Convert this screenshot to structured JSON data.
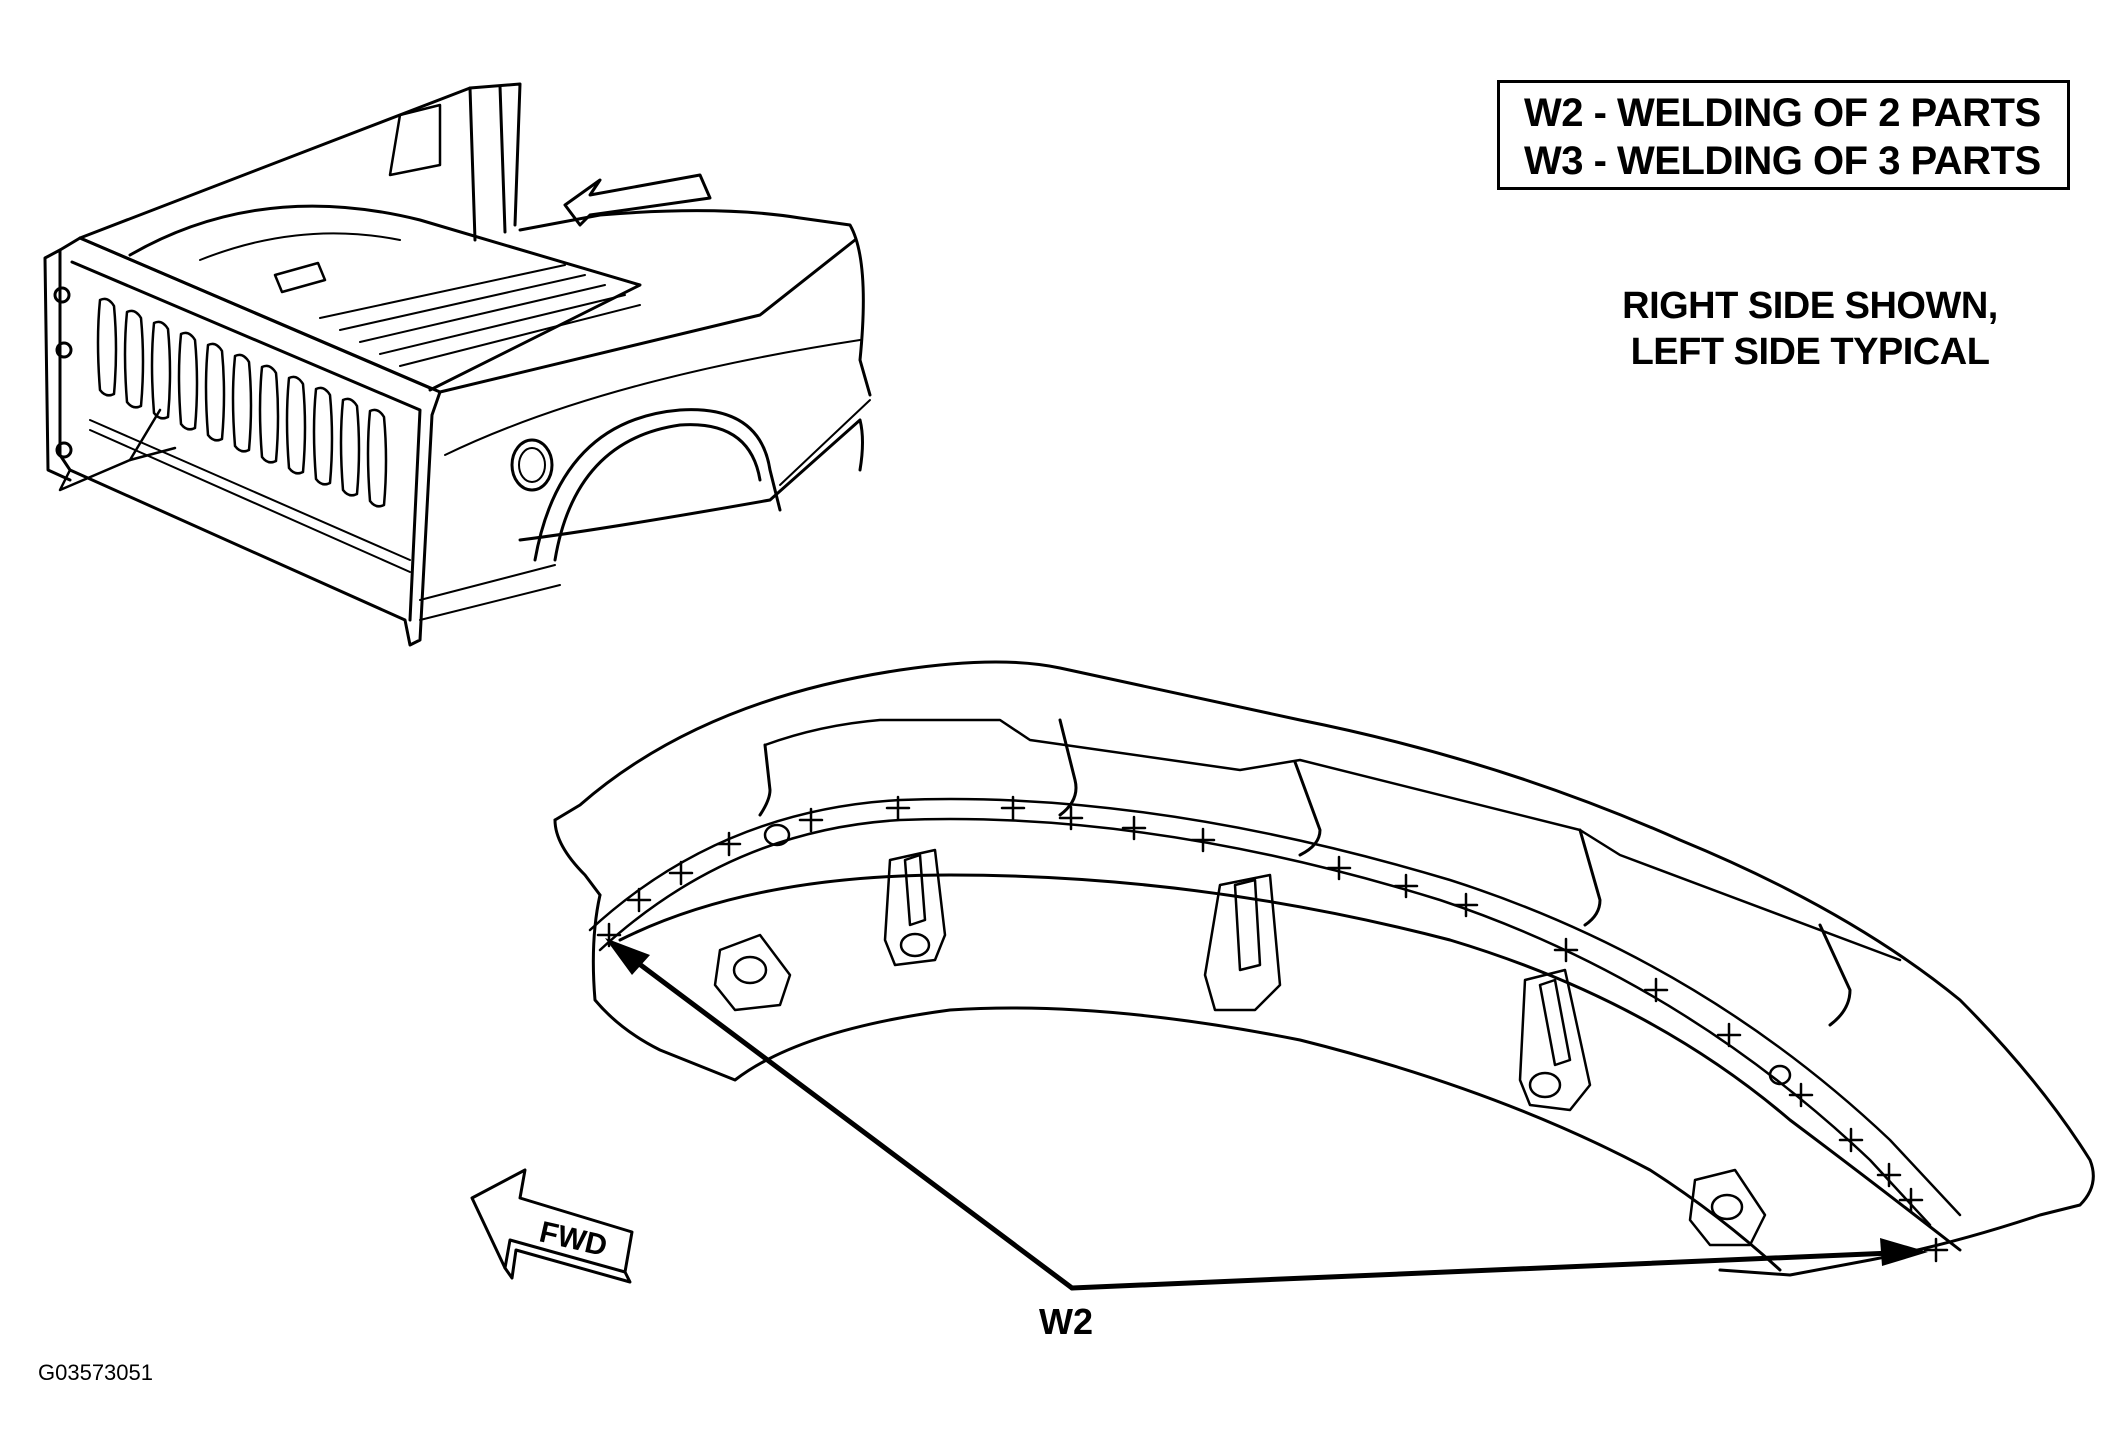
{
  "legend": {
    "w2": "W2 - WELDING OF 2 PARTS",
    "w3": "W3 - WELDING OF 3 PARTS"
  },
  "note": {
    "line1": "RIGHT SIDE SHOWN,",
    "line2": "LEFT SIDE TYPICAL"
  },
  "callout": "W2",
  "direction": "FWD",
  "figure_id": "G03573051",
  "icons": [
    "arrow-left-icon",
    "fwd-arrow-icon",
    "weld-mark-icon"
  ]
}
